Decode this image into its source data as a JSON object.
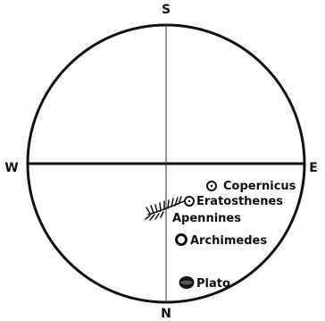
{
  "compass": {
    "top": "S",
    "bottom": "N",
    "left": "W",
    "right": "E"
  },
  "features": [
    {
      "name": "Copernicus",
      "marker": "small-ring"
    },
    {
      "name": "Eratosthenes",
      "marker": "small-ring"
    },
    {
      "name": "Apennines",
      "marker": "mountain-hatching"
    },
    {
      "name": "Archimedes",
      "marker": "ring"
    },
    {
      "name": "Plato",
      "marker": "dark-oval"
    }
  ],
  "colors": {
    "ink": "#111111",
    "background": "#ffffff"
  }
}
